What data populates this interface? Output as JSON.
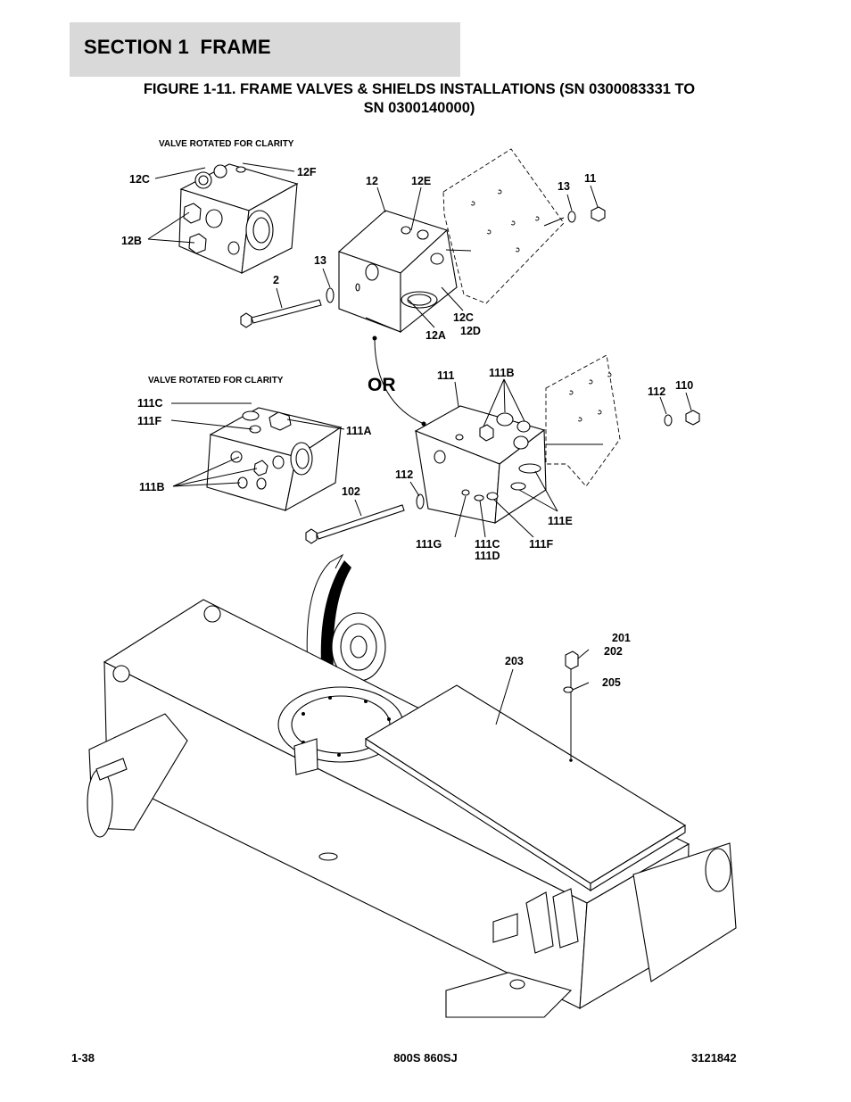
{
  "header": {
    "section_label": "SECTION 1  FRAME",
    "figure_title_line1": "FIGURE 1-11. FRAME VALVES & SHIELDS INSTALLATIONS (SN 0300083331 TO",
    "figure_title_line2": "SN 0300140000)"
  },
  "notes": {
    "top": "VALVE ROTATED FOR CLARITY",
    "middle": "VALVE ROTATED FOR CLARITY",
    "or": "OR"
  },
  "callouts": {
    "c12C_a": "12C",
    "c12F": "12F",
    "c12B": "12B",
    "c12": "12",
    "c12E": "12E",
    "c13_a": "13",
    "c11": "11",
    "c13_b": "13",
    "c2": "2",
    "c12C_b": "12C",
    "c12D": "12D",
    "c12A": "12A",
    "c111": "111",
    "c111B_a": "111B",
    "c112_a": "112",
    "c110": "110",
    "c111C_a": "111C",
    "c111F_a": "111F",
    "c111A": "111A",
    "c111B_b": "111B",
    "c112_b": "112",
    "c102": "102",
    "c111E": "111E",
    "c111G": "111G",
    "c111C_b": "111C",
    "c111D": "111D",
    "c111F_b": "111F",
    "c201": "201",
    "c202": "202",
    "c203": "203",
    "c205": "205"
  },
  "footer": {
    "page": "1-38",
    "model": "800S 860SJ",
    "doc_number": "3121842"
  }
}
